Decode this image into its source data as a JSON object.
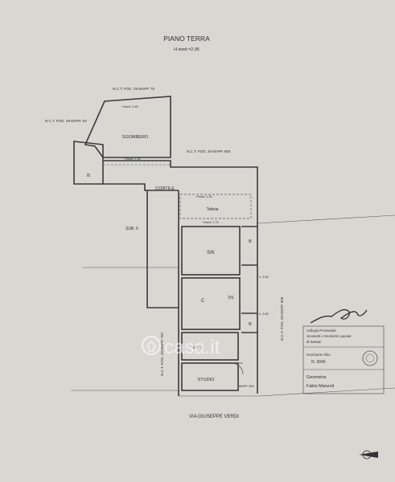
{
  "plan": {
    "title": "PIANO TERRA",
    "height_note": "H.med.=2.95",
    "street": "VIA GIUSEPPE VERDI"
  },
  "cadastral_labels": {
    "top": "N.C.T. FOG. 29 MAPP. 79",
    "left": "N.C.T. FOG. 29 MAPP. 84",
    "mid": "N.C.T. FOG. 29 MAPP. 800",
    "right": "N.C.T. FOG. 29 MAPP. 859",
    "left_lower": "N.C.T. FOG. 29 MAPP. 767",
    "bottom": "MAPP. 859"
  },
  "rooms": {
    "sgombero": "SGOMBERO",
    "cortile": "CORTILE",
    "tettoia": "Tettoia",
    "sub": "SUB. 6",
    "sk": "S/K",
    "c": "C",
    "ds": "DS",
    "studio": "STUDIO",
    "b1": "B",
    "b2": "B",
    "b3": "B"
  },
  "heights": {
    "h1": "Hmed. 2.65",
    "h2": "Hmed. 2.35",
    "h3": "Hmed. 2.35",
    "h4": "Hmed. 2.75",
    "h5": "h. 2.90",
    "h6": "h. 2.90",
    "h7": "h. 3.00"
  },
  "stamp": {
    "line1": "Collegio Provinciale",
    "line2": "Geometri e Geometri Laureati",
    "line3": "di Sassari",
    "reg_label": "Iscrizione Albo",
    "reg_number": "N. 3045",
    "role": "Geometra",
    "name": "Fabio Manzoli"
  },
  "watermark": {
    "text": "casa.it"
  }
}
